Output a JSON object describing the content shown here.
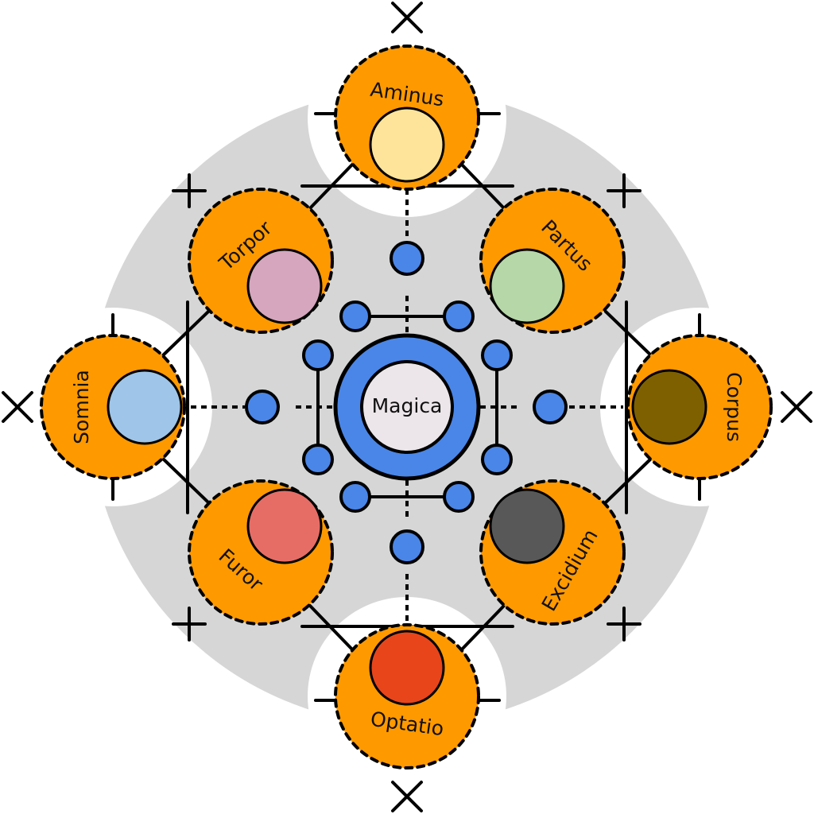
{
  "center": {
    "label": "Magica",
    "ring_color": "#4a86e8",
    "inner_color": "#ece6ea"
  },
  "colors": {
    "node": "#ff9900",
    "background": "#d6d6d6",
    "satellite": "#4a86e8"
  },
  "nodes": [
    {
      "id": "aminus",
      "label": "Aminus",
      "color": "#fee49b"
    },
    {
      "id": "partus",
      "label": "Partus",
      "color": "#b6d7a8"
    },
    {
      "id": "corpus",
      "label": "Corpus",
      "color": "#7f6000"
    },
    {
      "id": "excidium",
      "label": "Excidium",
      "color": "#585858"
    },
    {
      "id": "optatio",
      "label": "Optatio",
      "color": "#e8451b"
    },
    {
      "id": "furor",
      "label": "Furor",
      "color": "#e66d66"
    },
    {
      "id": "somnia",
      "label": "Somnia",
      "color": "#9fc5e8"
    },
    {
      "id": "torpor",
      "label": "Torpor",
      "color": "#d5a6bd"
    }
  ]
}
